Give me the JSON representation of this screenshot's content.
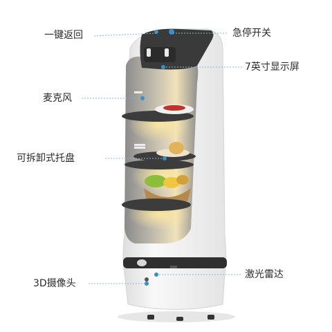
{
  "callouts": {
    "one_key_return": "一键返回",
    "emergency_stop": "急停开关",
    "display_7in": "7英寸显示屏",
    "microphone": "麦克风",
    "detachable_tray": "可拆卸式托盘",
    "lidar": "激光雷达",
    "camera_3d": "3D摄像头"
  },
  "colors": {
    "callout_line": "#7fb8d8",
    "callout_dot": "#3a8fc8",
    "body": "#f4f4f4",
    "cavity": "#9a9a9a",
    "head": "#3d3d3d",
    "tray": "#3c3c3c"
  }
}
